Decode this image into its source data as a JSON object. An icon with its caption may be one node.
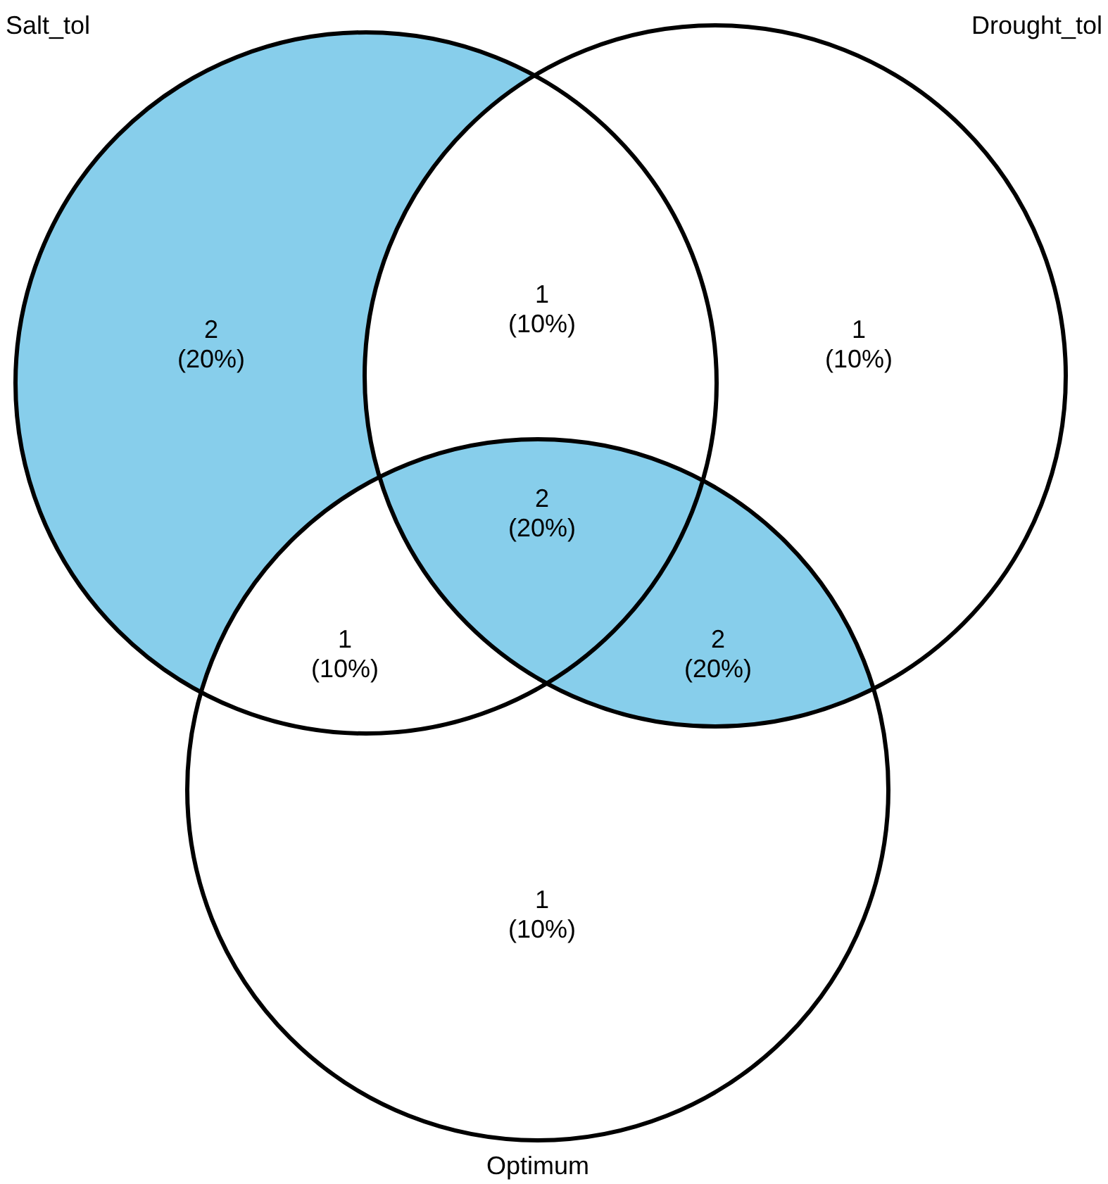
{
  "diagram": {
    "nodes": [
      {
        "text": [
          "Salt_tol"
        ]
      },
      {
        "text": [
          "Drought_tol"
        ]
      },
      {
        "text": [
          "Optimum"
        ]
      }
    ],
    "labels": [
      "2 (20%)",
      "1 (10%)",
      "1 (10%)",
      "2 (20%)",
      "1 (10%)",
      "2 (20%)",
      "1 (10%)"
    ]
  }
}
